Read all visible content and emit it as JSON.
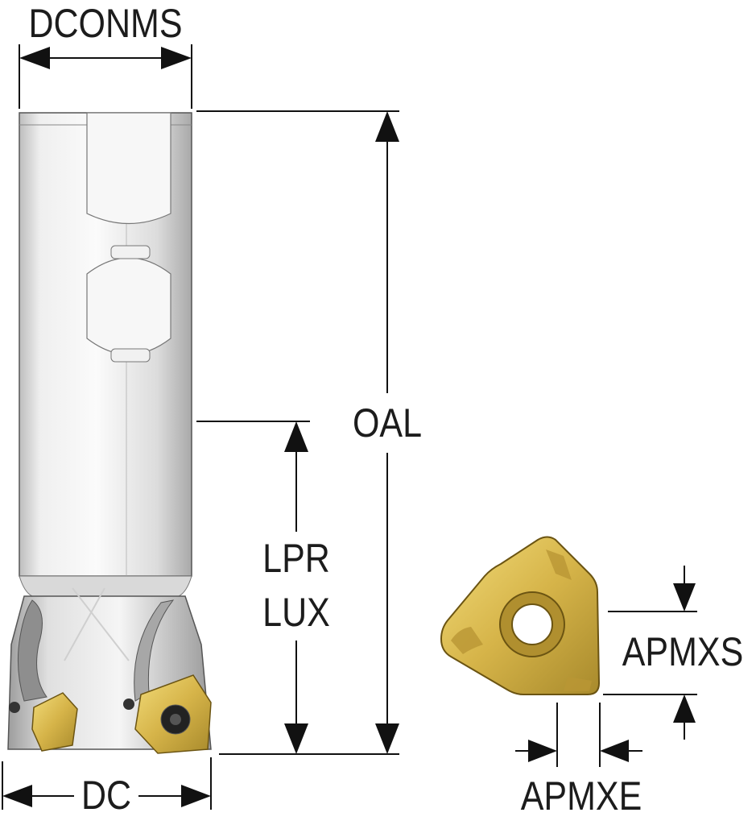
{
  "labels": {
    "dconms": "DCONMS",
    "oal": "OAL",
    "lpr": "LPR",
    "lux": "LUX",
    "dc": "DC",
    "apmxs": "APMXS",
    "apmxe": "APMXE"
  },
  "colors": {
    "line": "#111111",
    "text": "#1c1c1c",
    "body_light": "#f4f4f4",
    "body_shade": "#c8c8c8",
    "insert_gold": "#d4b44a",
    "insert_dark": "#8a6f1e"
  }
}
